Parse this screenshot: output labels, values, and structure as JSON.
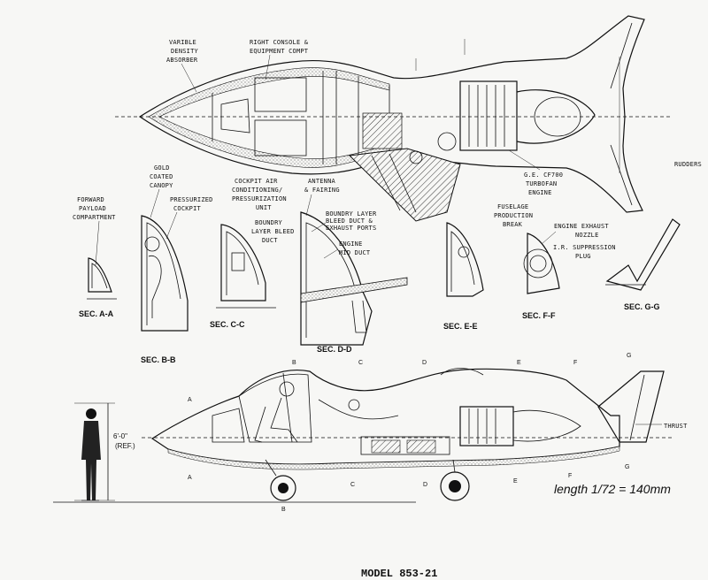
{
  "labels": {
    "variable_density_absorber": [
      "VARIBLE",
      "DENSITY",
      "ABSORBER"
    ],
    "right_console": [
      "RIGHT CONSOLE &",
      "EQUIPMENT COMPT"
    ],
    "engine": [
      "G.E. CF700",
      "TURBOFAN",
      "ENGINE"
    ],
    "rudders": "RUDDERS",
    "gold_canopy": [
      "GOLD",
      "COATED",
      "CANOPY"
    ],
    "forward_payload": [
      "FORWARD",
      "PAYLOAD",
      "COMPARTMENT"
    ],
    "pressurized_cockpit": [
      "PRESSURIZED",
      "COCKPIT"
    ],
    "cockpit_air": [
      "COCKPIT AIR",
      "CONDITIONING/",
      "PRESSURIZATION",
      "UNIT"
    ],
    "boundary_duct": [
      "BOUNDRY",
      "LAYER BLEED",
      "DUCT"
    ],
    "antenna": [
      "ANTENNA",
      "& FAIRING"
    ],
    "boundary_exhaust": [
      "BOUNDRY LAYER",
      "BLEED DUCT &",
      "EXHAUST PORTS"
    ],
    "engine_mid_duct": [
      "ENGINE",
      "MID DUCT"
    ],
    "fuselage_break": [
      "FUSELAGE",
      "PRODUCTION",
      "BREAK"
    ],
    "engine_exhaust_nozzle": [
      "ENGINE EXHAUST",
      "NOZZLE"
    ],
    "ir_suppression": [
      "I.R. SUPPRESSION",
      "PLUG"
    ],
    "thrust": "THRUST",
    "height_dim": [
      "6'-0\"",
      "(REF.)"
    ]
  },
  "sections": {
    "a": "SEC. A-A",
    "b": "SEC. B-B",
    "c": "SEC. C-C",
    "d": "SEC. D-D",
    "e": "SEC. E-E",
    "f": "SEC. F-F",
    "g": "SEC. G-G"
  },
  "cut_marks": [
    "A",
    "B",
    "C",
    "D",
    "E",
    "F",
    "G"
  ],
  "scale_note": "length 1/72 = 140mm",
  "model": "MODEL 853-21"
}
